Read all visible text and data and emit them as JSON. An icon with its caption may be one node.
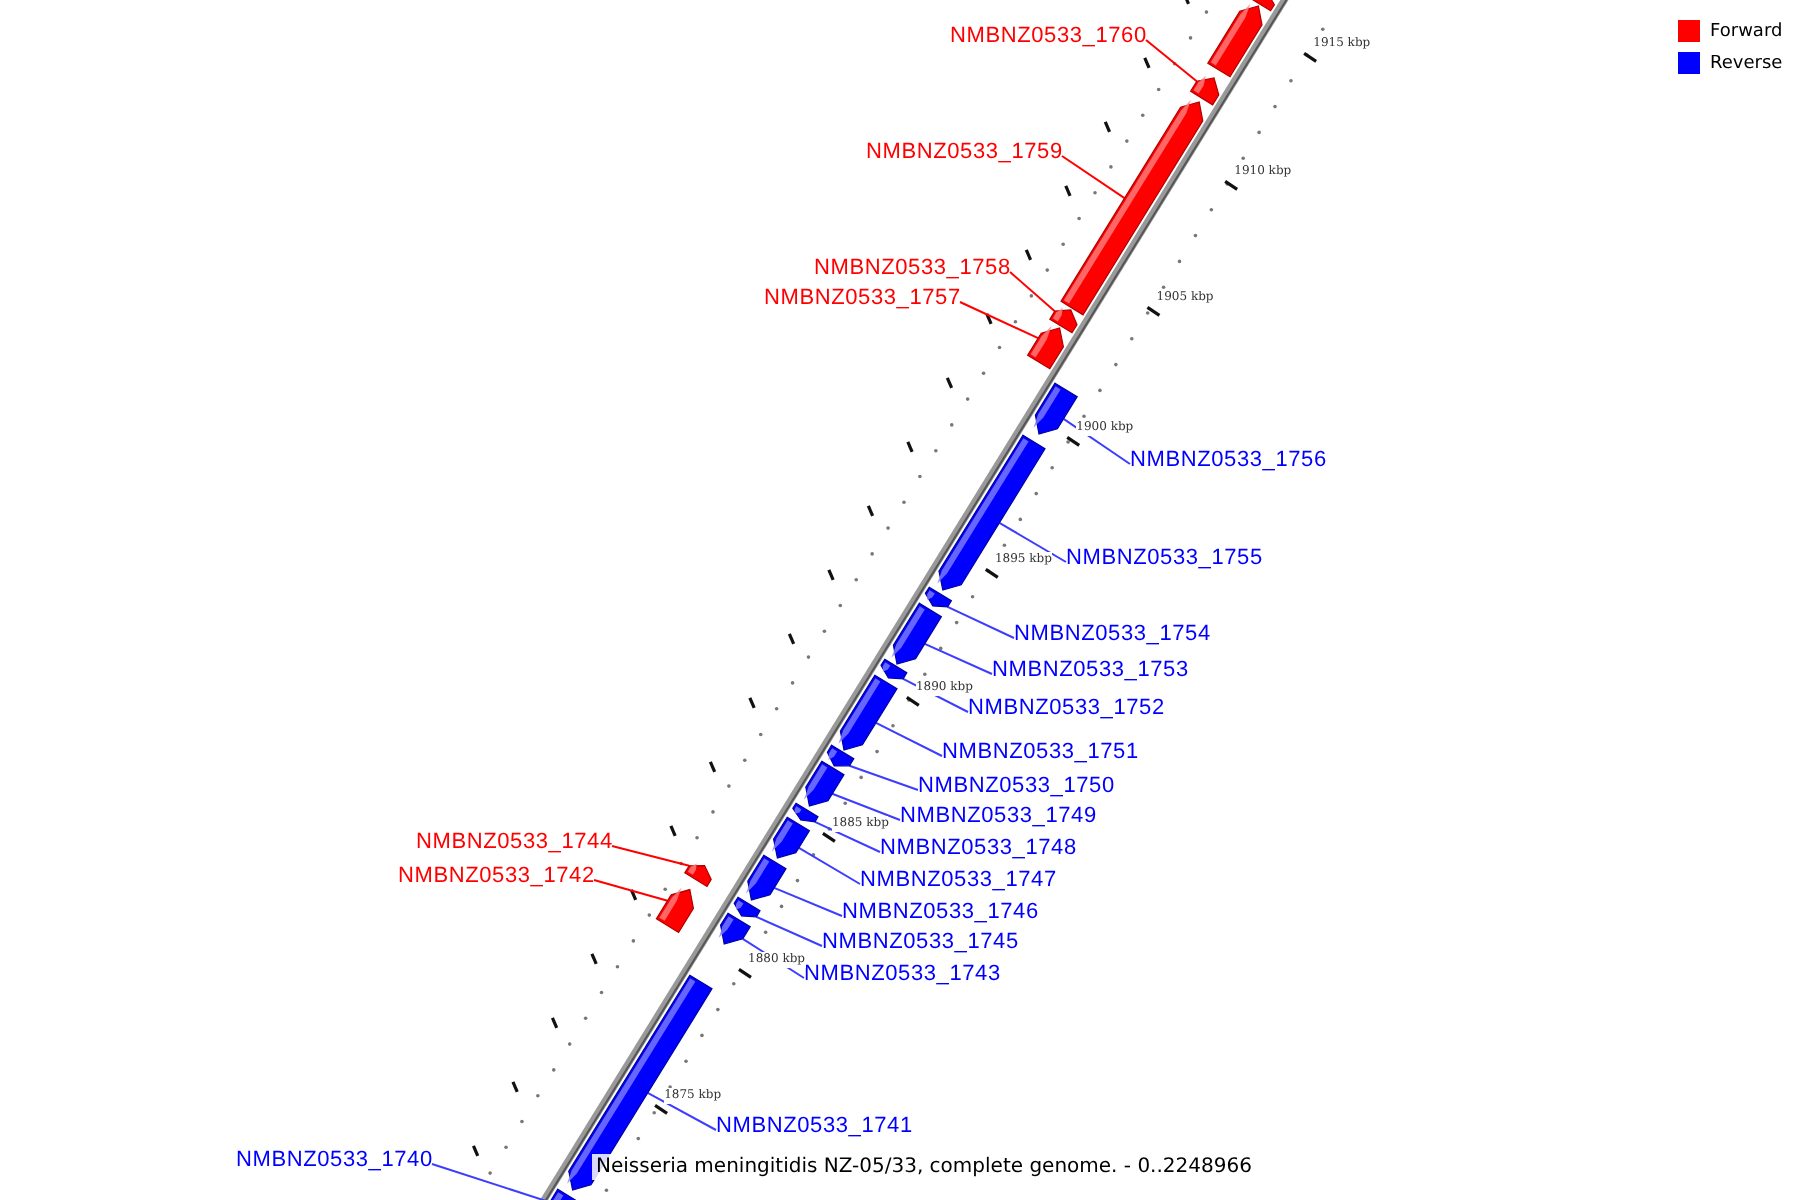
{
  "diagram": {
    "caption": "Neisseria meningitidis NZ-05/33, complete genome. - 0..2248966",
    "nodes": [
      {
        "text": [],
        "shape": "bar"
      },
      {
        "text": [],
        "shape": "bar"
      },
      {
        "text": [
          "NMBNZ0533_1760"
        ]
      },
      {
        "text": [],
        "shape": "bar"
      },
      {
        "text": [
          "NMBNZ0533_1759"
        ]
      },
      {
        "text": [],
        "shape": "bar"
      },
      {
        "text": [
          "NMBNZ0533_1758"
        ]
      },
      {
        "text": [],
        "shape": "bar"
      },
      {
        "text": [
          "NMBNZ0533_1757"
        ]
      },
      {
        "text": [],
        "shape": "bar"
      },
      {
        "text": [
          "NMBNZ0533_1756"
        ]
      },
      {
        "text": [],
        "shape": "bar"
      },
      {
        "text": [
          "NMBNZ0533_1755"
        ]
      },
      {
        "text": [],
        "shape": "bar"
      },
      {
        "text": [
          "NMBNZ0533_1754"
        ]
      },
      {
        "text": [],
        "shape": "bar"
      },
      {
        "text": [
          "NMBNZ0533_1753"
        ]
      },
      {
        "text": [],
        "shape": "bar"
      },
      {
        "text": [
          "NMBNZ0533_1752"
        ]
      },
      {
        "text": [],
        "shape": "bar"
      },
      {
        "text": [
          "NMBNZ0533_1751"
        ]
      },
      {
        "text": [],
        "shape": "bar"
      },
      {
        "text": [
          "NMBNZ0533_1750"
        ]
      },
      {
        "text": [],
        "shape": "bar"
      },
      {
        "text": [
          "NMBNZ0533_1749"
        ]
      },
      {
        "text": [],
        "shape": "bar"
      },
      {
        "text": [
          "NMBNZ0533_1748"
        ]
      },
      {
        "text": [],
        "shape": "bar"
      },
      {
        "text": [
          "NMBNZ0533_1744"
        ]
      },
      {
        "text": [],
        "shape": "bar"
      },
      {
        "text": [
          "NMBNZ0533_1747"
        ]
      },
      {
        "text": [],
        "shape": "bar"
      },
      {
        "text": [
          "NMBNZ0533_1742"
        ]
      },
      {
        "text": [],
        "shape": "bar"
      },
      {
        "text": [
          "NMBNZ0533_1746"
        ]
      },
      {
        "text": [],
        "shape": "bar"
      },
      {
        "text": [
          "NMBNZ0533_1745"
        ]
      },
      {
        "text": [],
        "shape": "bar"
      },
      {
        "text": [
          "NMBNZ0533_1743"
        ]
      },
      {
        "text": [],
        "shape": "bar"
      },
      {
        "text": [
          "NMBNZ0533_1741"
        ]
      },
      {
        "text": [],
        "shape": "bar"
      },
      {
        "text": [
          "NMBNZ0533_1740"
        ]
      },
      {
        "text": [],
        "shape": "bar"
      }
    ],
    "edges": [
      {
        "from": 2,
        "to": 3,
        "arrow": "none",
        "color": "#ff0000"
      },
      {
        "from": 4,
        "to": 5,
        "arrow": "none",
        "color": "#ff0000"
      },
      {
        "from": 6,
        "to": 7,
        "arrow": "none",
        "color": "#ff0000"
      },
      {
        "from": 8,
        "to": 9,
        "arrow": "none",
        "color": "#ff0000"
      },
      {
        "from": 10,
        "to": 11,
        "arrow": "none"
      },
      {
        "from": 12,
        "to": 13,
        "arrow": "none"
      },
      {
        "from": 14,
        "to": 15,
        "arrow": "none"
      },
      {
        "from": 16,
        "to": 17,
        "arrow": "none"
      },
      {
        "from": 18,
        "to": 19,
        "arrow": "none"
      },
      {
        "from": 20,
        "to": 21,
        "arrow": "none"
      },
      {
        "from": 22,
        "to": 23,
        "arrow": "none"
      },
      {
        "from": 24,
        "to": 25,
        "arrow": "none"
      },
      {
        "from": 26,
        "to": 27,
        "arrow": "none"
      },
      {
        "from": 28,
        "to": 29,
        "arrow": "none",
        "color": "#ff0000"
      },
      {
        "from": 30,
        "to": 31,
        "arrow": "none"
      },
      {
        "from": 32,
        "to": 33,
        "arrow": "none",
        "color": "#ff0000"
      },
      {
        "from": 34,
        "to": 35,
        "arrow": "none"
      },
      {
        "from": 36,
        "to": 37,
        "arrow": "none"
      },
      {
        "from": 38,
        "to": 39,
        "arrow": "none"
      },
      {
        "from": 40,
        "to": 41,
        "arrow": "none"
      },
      {
        "from": 42,
        "to": 43,
        "arrow": "none"
      }
    ],
    "labels": [
      "1915 kbp",
      "1910 kbp",
      "1905 kbp",
      "1900 kbp",
      "1895 kbp",
      "1890 kbp",
      "1885 kbp",
      "1880 kbp",
      "1875 kbp"
    ],
    "legend": [
      {
        "text": "Forward",
        "color": "#ff0000"
      },
      {
        "text": "Reverse",
        "color": "#0000ff"
      }
    ]
  }
}
